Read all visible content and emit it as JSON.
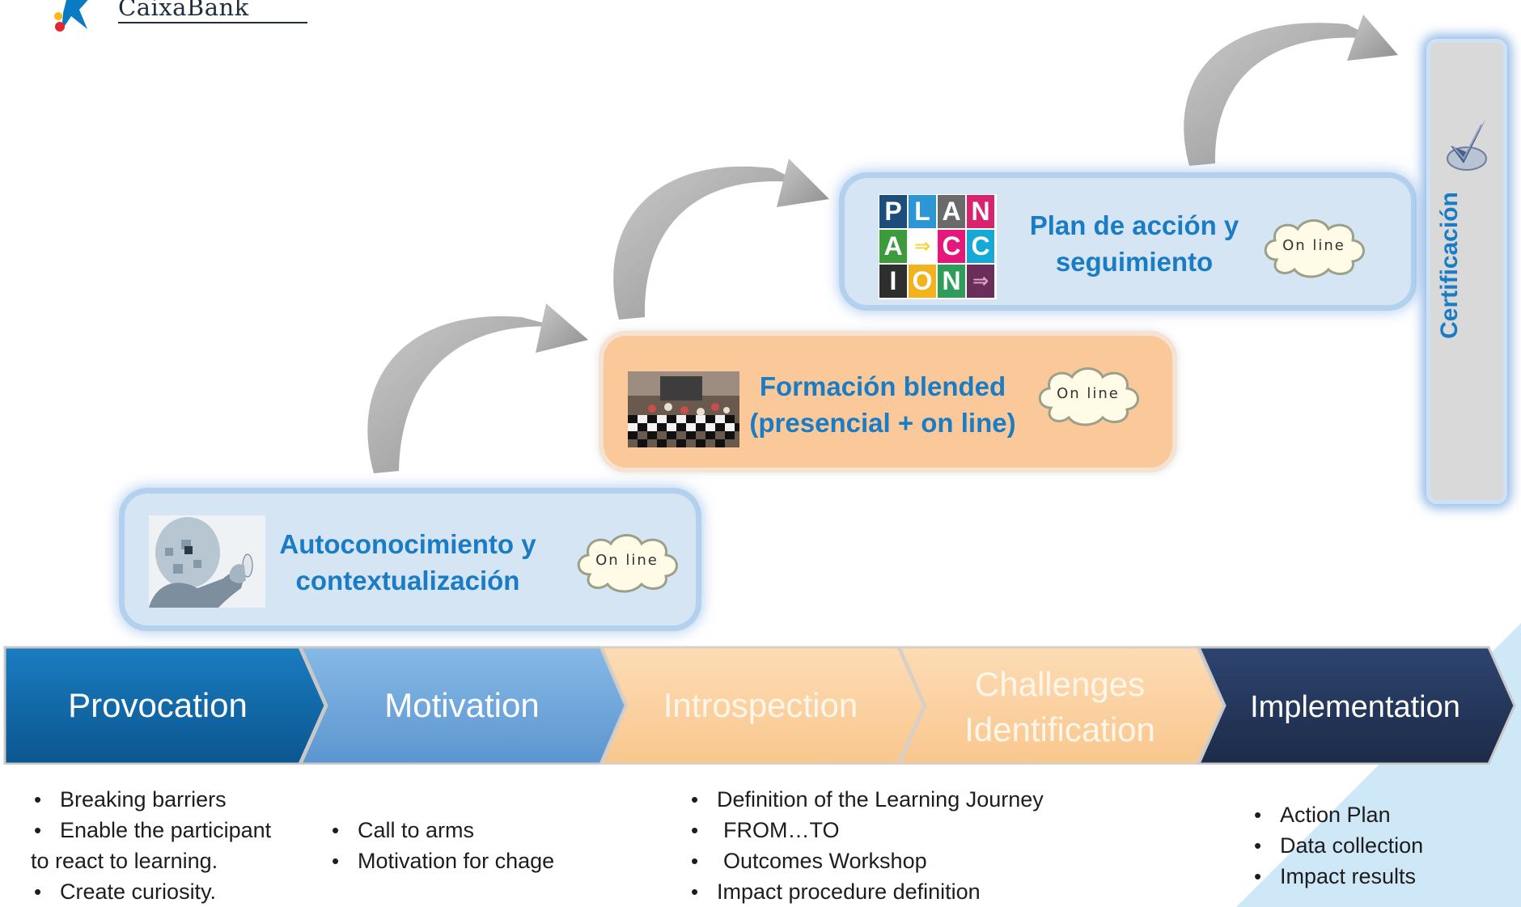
{
  "logo": {
    "text": "CaixaBank"
  },
  "stages": [
    {
      "title_line1": "Autoconocimiento y",
      "title_line2": "contextualización",
      "badge": "On line",
      "image": "person-puzzle-head-image"
    },
    {
      "title_line1": "Formación blended",
      "title_line2": "(presencial + on line)",
      "badge": "On line",
      "image": "classroom-photo-image"
    },
    {
      "title_line1": "Plan de acción y",
      "title_line2": "seguimiento",
      "badge": "On line",
      "image": "plan-accion-tiles-image"
    }
  ],
  "plan_tiles": [
    [
      "P",
      "L",
      "A",
      "N"
    ],
    [
      "A",
      "⇒",
      "C",
      "C"
    ],
    [
      "I",
      "O",
      "N",
      "⇒"
    ]
  ],
  "certification": {
    "label": "Certificación"
  },
  "phases": [
    {
      "line1": "Provocation",
      "line2": ""
    },
    {
      "line1": "Motivation",
      "line2": ""
    },
    {
      "line1": "Introspection",
      "line2": ""
    },
    {
      "line1": "Challenges",
      "line2": "Identification"
    },
    {
      "line1": "Implementation",
      "line2": ""
    }
  ],
  "bullets": {
    "provocation": [
      "Breaking barriers",
      "Enable the participant",
      "to react to learning.",
      "Create curiosity."
    ],
    "motivation": [
      "Call to arms",
      "Motivation for chage"
    ],
    "introspection": [
      "Definition of the Learning Journey",
      "FROM…TO",
      "Outcomes Workshop",
      "Impact procedure definition"
    ],
    "implementation": [
      "Action Plan",
      "Data collection",
      "Impact results"
    ]
  },
  "colors": {
    "phase_provocation": "#0f65a3",
    "phase_motivation": "#6ea6db",
    "phase_introspection": "#fcd4a6",
    "phase_challenges": "#fcd4a6",
    "phase_implementation": "#233556",
    "stage_title": "#1a7cc4",
    "corner_accent": "#cfe8f8"
  }
}
